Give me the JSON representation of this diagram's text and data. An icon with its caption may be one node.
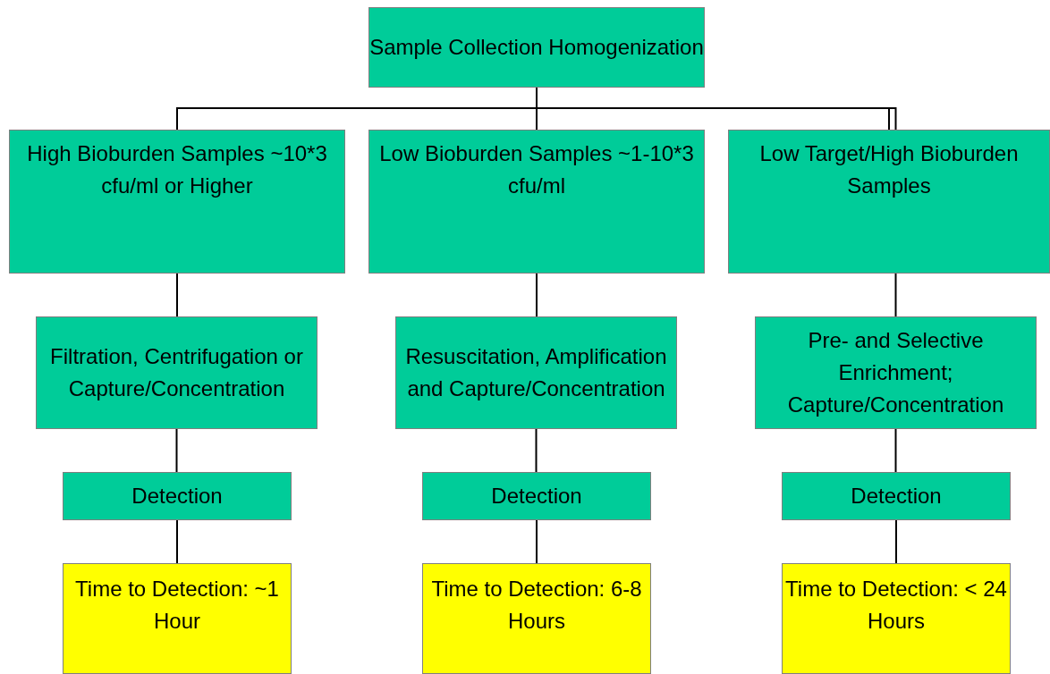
{
  "diagram": {
    "nodes": [
      {
        "text": [
          "Sample Collection Homogenization"
        ]
      },
      {
        "text": [
          "High Bioburden Samples ~10*3 cfu/ml or Higher"
        ]
      },
      {
        "text": [
          "Low Bioburden Samples ~1-10*3 cfu/ml"
        ]
      },
      {
        "text": [
          "Low Target/High Bioburden Samples"
        ]
      },
      {
        "text": [
          "Filtration, Centrifugation or Capture/Concentration"
        ]
      },
      {
        "text": [
          "Resuscitation, Amplification and Capture/Concentration"
        ]
      },
      {
        "text": [
          "Pre- and Selective Enrichment; Capture/Concentration"
        ]
      },
      {
        "text": [
          "Detection"
        ]
      },
      {
        "text": [
          "Detection"
        ]
      },
      {
        "text": [
          "Detection"
        ]
      },
      {
        "text": [
          "Time to Detection: ~1 Hour"
        ]
      },
      {
        "text": [
          "Time to Detection: 6-8 Hours"
        ]
      },
      {
        "text": [
          "Time to Detection: < 24 Hours"
        ]
      }
    ],
    "edges": [
      {
        "from": 0,
        "to": 1,
        "arrow": "none"
      },
      {
        "from": 0,
        "to": 2,
        "arrow": "none"
      },
      {
        "from": 0,
        "to": 3,
        "arrow": "none"
      },
      {
        "from": 1,
        "to": 4,
        "arrow": "none"
      },
      {
        "from": 2,
        "to": 5,
        "arrow": "none"
      },
      {
        "from": 3,
        "to": 6,
        "arrow": "none"
      },
      {
        "from": 4,
        "to": 7,
        "arrow": "none"
      },
      {
        "from": 5,
        "to": 8,
        "arrow": "none"
      },
      {
        "from": 6,
        "to": 9,
        "arrow": "none"
      },
      {
        "from": 7,
        "to": 10,
        "arrow": "none"
      },
      {
        "from": 8,
        "to": 11,
        "arrow": "none"
      },
      {
        "from": 9,
        "to": 12,
        "arrow": "none"
      }
    ]
  }
}
